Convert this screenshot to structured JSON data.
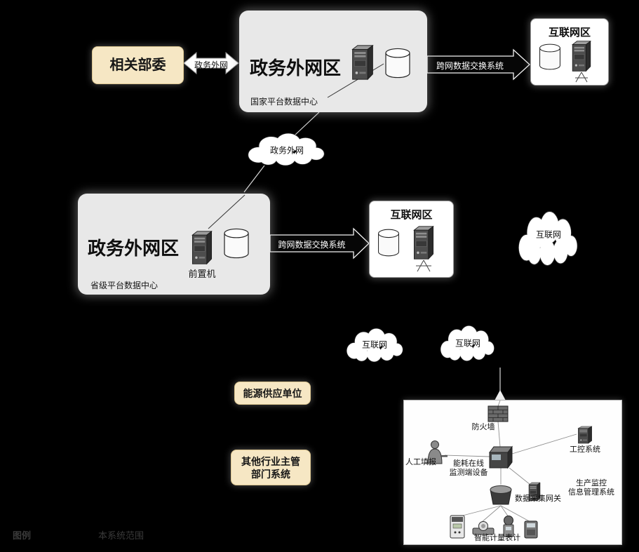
{
  "colors": {
    "background": "#000000",
    "zone_fill": "#e8e8e8",
    "highlight_fill": "#f6e7c4",
    "panel_fill": "#ffffff"
  },
  "top": {
    "ministries_label": "相关部委",
    "link_label": "政务外网",
    "zone_title": "政务外网区",
    "zone_caption": "国家平台数据中心",
    "exchange_label": "跨网数据交换系统",
    "internet_title": "互联网区"
  },
  "middle": {
    "cloud_label": "政务外网",
    "zone_title": "政务外网区",
    "front_machine_label": "前置机",
    "zone_caption": "省级平台数据中心",
    "exchange_label": "跨网数据交换系统",
    "internet_title": "互联网区",
    "cloud_internet_label": "互联网"
  },
  "lower": {
    "cloud_left_label": "互联网",
    "cloud_right_label": "互联网",
    "energy_box_label": "能源供应单位",
    "other_box_label": "其他行业主管\n部门系统"
  },
  "panel": {
    "firewall_label": "防火墙",
    "manual_label": "人工填报",
    "device_label": "能耗在线\n监测端设备",
    "ics_label": "工控系统",
    "production_label": "生产监控\n信息管理系统",
    "gateway_label": "数据采集网关",
    "meters_label": "智能计量表计"
  },
  "legend": {
    "title": "图例",
    "scope_label": "本系统范围"
  },
  "icons": {
    "server": "tower-server",
    "database": "cylinder",
    "cloud": "network-cloud",
    "firewall": "brick-wall",
    "person": "operator-person",
    "gateway": "collector-gateway",
    "meters": "smart-meters",
    "up_arrow": "▲"
  }
}
